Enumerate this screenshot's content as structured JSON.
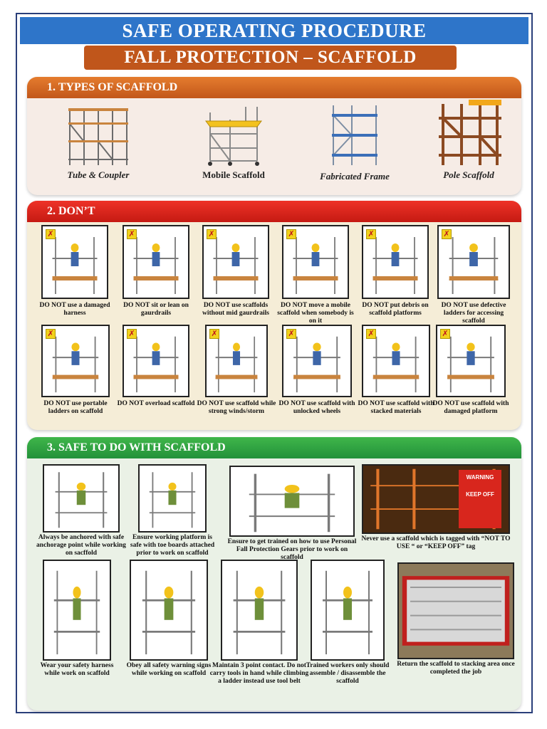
{
  "header": {
    "title": "SAFE OPERATING PROCEDURE",
    "subtitle": "FALL PROTECTION – SCAFFOLD"
  },
  "sections": {
    "types": {
      "heading": "1. TYPES OF SCAFFOLD",
      "items": [
        {
          "label": "Tube & Coupler"
        },
        {
          "label": "Mobile Scaffold"
        },
        {
          "label": "Fabricated Frame"
        },
        {
          "label": "Pole Scaffold"
        }
      ]
    },
    "dont": {
      "heading": "2. DON’T",
      "mark": "✗",
      "items": [
        {
          "lead": "DO NOT",
          "text": " use a damaged harness"
        },
        {
          "lead": "DO NOT",
          "text": " sit or lean on gaurdrails"
        },
        {
          "lead": "DO NOT",
          "text": " use scaffolds without mid gaurdrails"
        },
        {
          "lead": "DO NOT",
          "text": " move a mobile scaffold when somebody is on it"
        },
        {
          "lead": "DO NOT",
          "text": " put debris on scaffold platforms"
        },
        {
          "lead": "DO NOT",
          "text": " use defective ladders for accessing scaffold"
        },
        {
          "lead": "DO NOT",
          "text": " use portable ladders on scaffold"
        },
        {
          "lead": "DO NOT",
          "text": " overload scaffold"
        },
        {
          "lead": "DO NOT",
          "text": " use scaffold while strong winds/storm"
        },
        {
          "lead": "DO NOT",
          "text": " use scaffold with unlocked wheels"
        },
        {
          "lead": "DO NOT",
          "text": " use scaffold with stacked materials"
        },
        {
          "lead": "DO NOT",
          "text": " use scaffold with damaged platform"
        }
      ]
    },
    "safe": {
      "heading": "3. SAFE TO DO WITH SCAFFOLD",
      "items": [
        {
          "text": "Always be anchored with safe anchorage point while working on sacffold"
        },
        {
          "text": "Ensure working platform is safe with toe boards attached prior to work on scaffold"
        },
        {
          "text": "Ensure to get trained on how to use Personal Fall Protection Gears prior to work on scaffold"
        },
        {
          "text": "Never use a scaffold which is tagged with “NOT TO USE “ or “KEEP OFF” tag"
        },
        {
          "text": "Wear your safety harness while work on scaffold"
        },
        {
          "text": "Obey all safety warning signs while working on scaffold"
        },
        {
          "text": "Maintain 3 point contact. Do not carry tools in hand while climbing a ladder instead use tool belt"
        },
        {
          "text": "Trained workers only should assemble / disassemble the scaffold"
        },
        {
          "text": "Return the scaffold to stacking area once completed the job"
        }
      ],
      "sign_text": {
        "warning": "WARNING",
        "keep_off": "KEEP OFF"
      }
    }
  }
}
